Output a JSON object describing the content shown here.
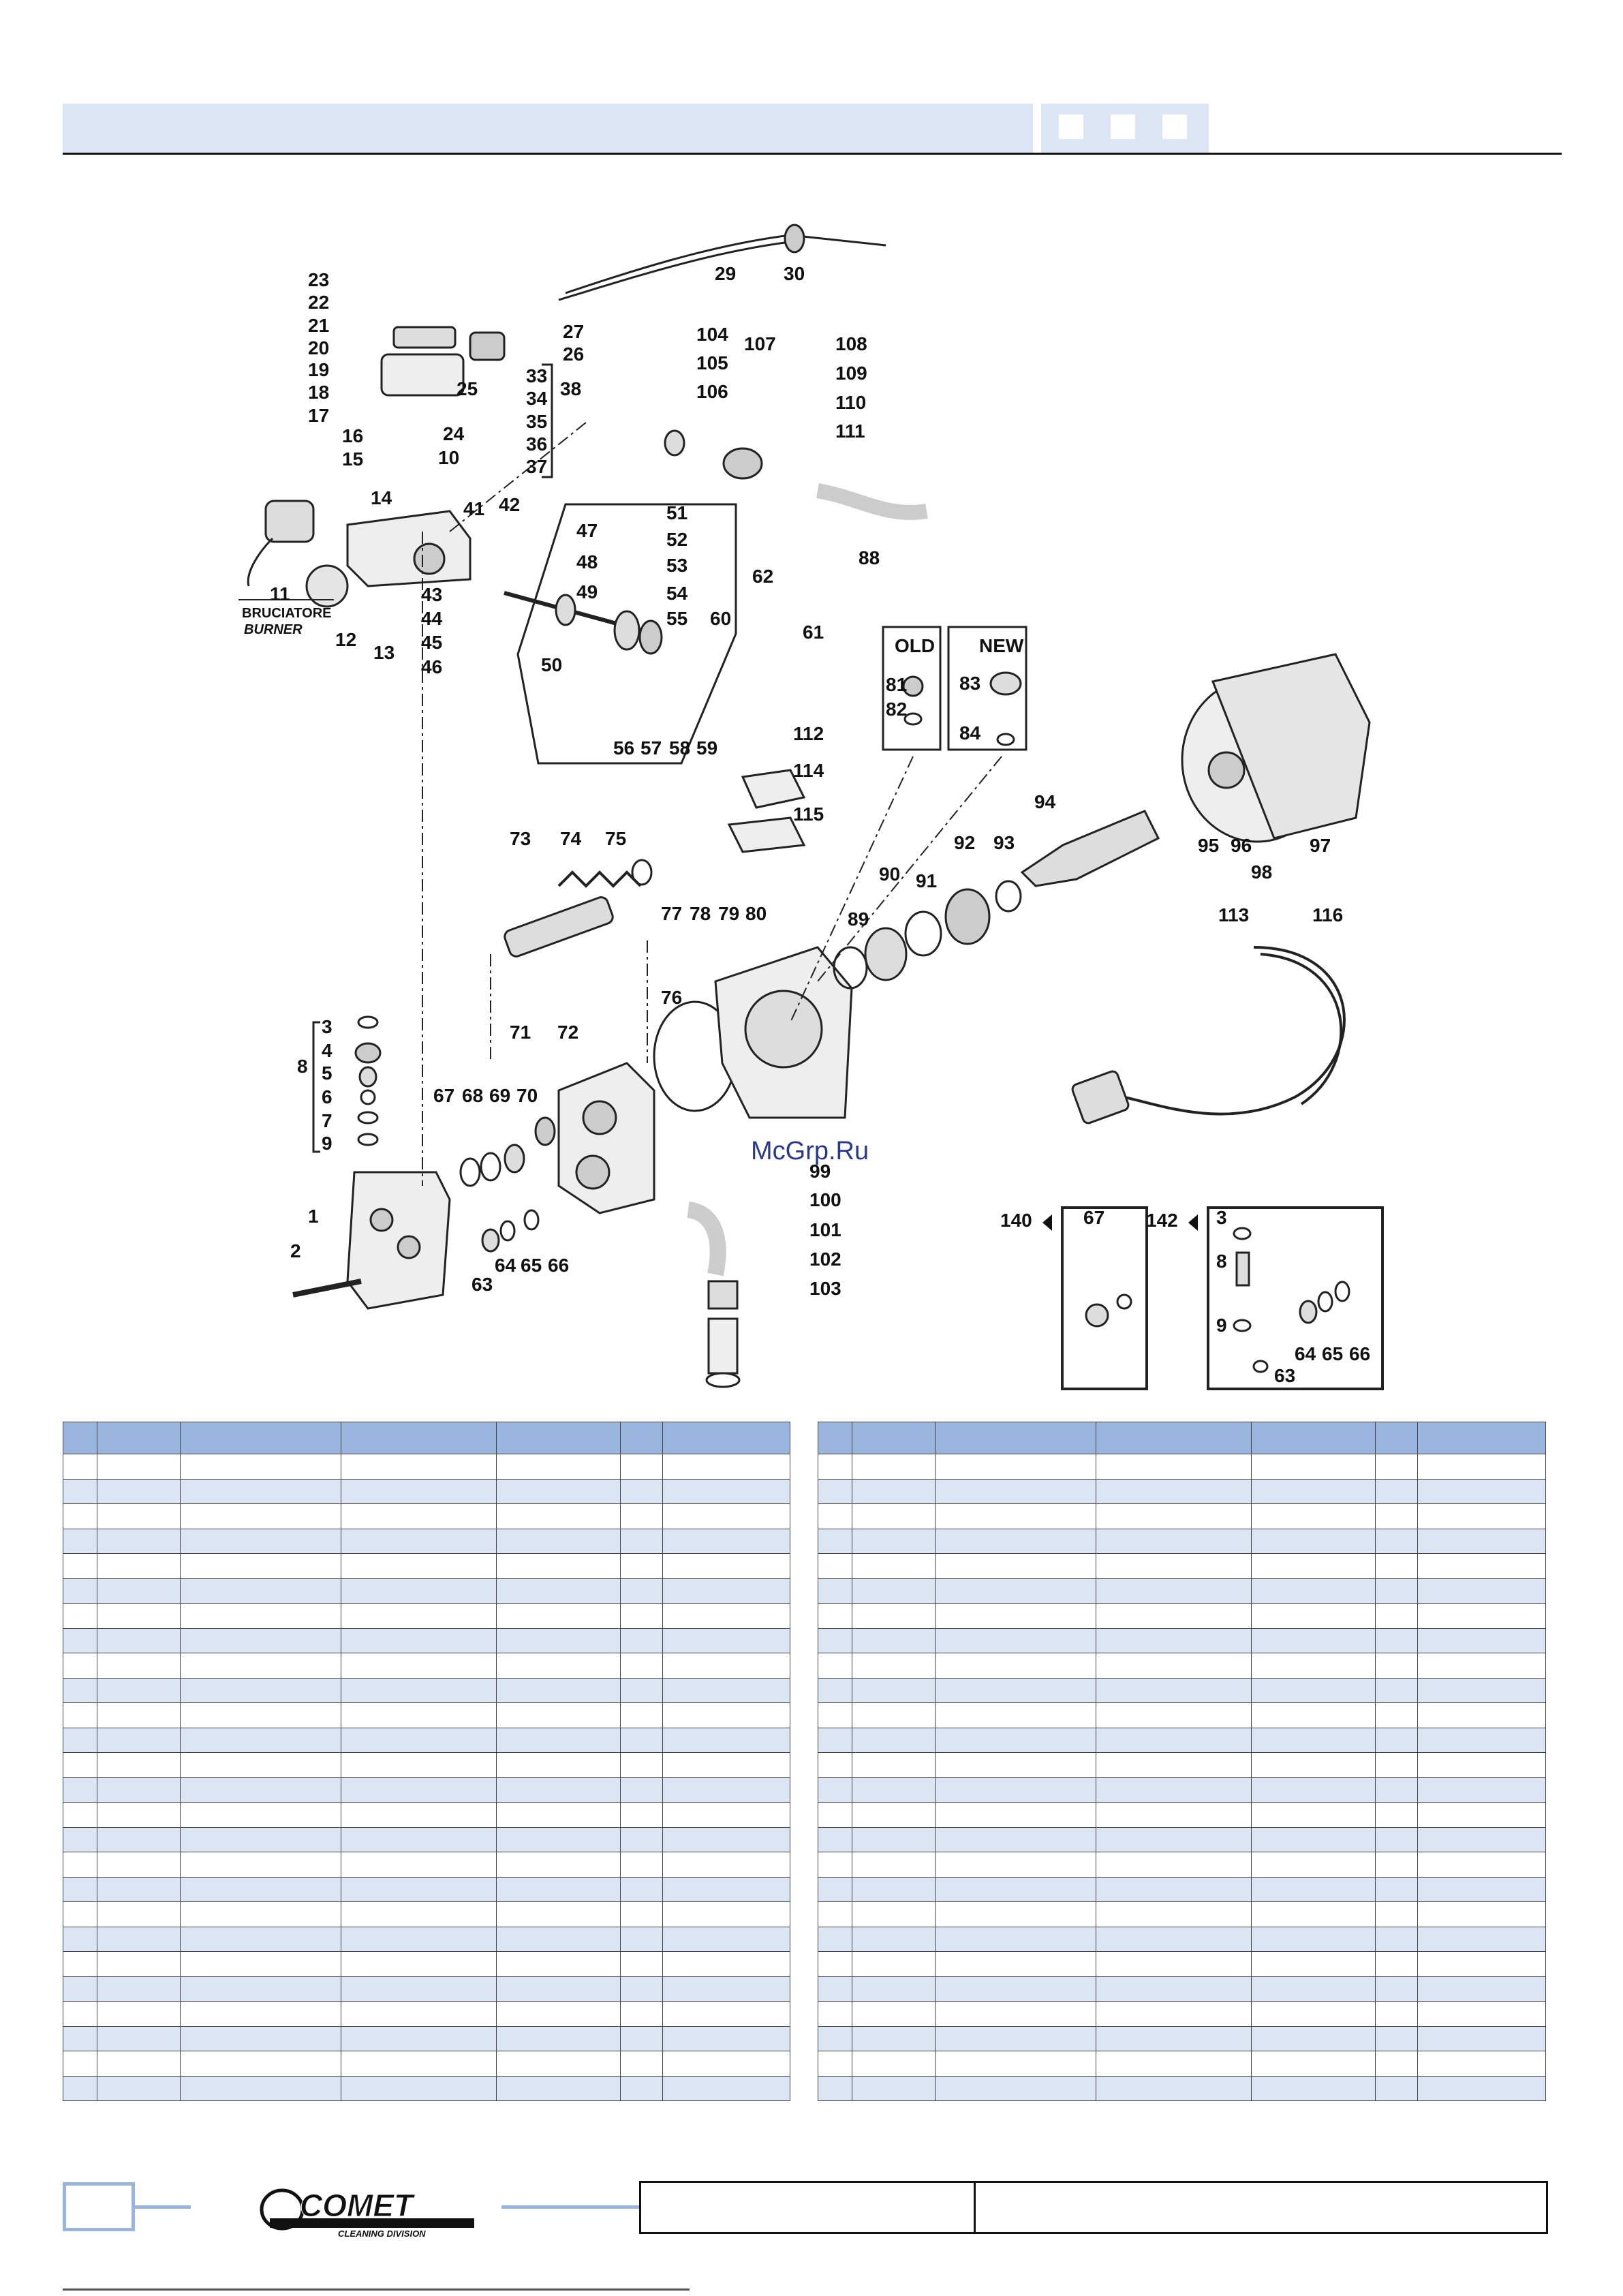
{
  "labels": {
    "bruciatore": "BRUCIATORE",
    "burner": "BURNER",
    "old": "OLD",
    "new": "NEW"
  },
  "watermark": "McGrp.Ru",
  "brand": {
    "logo_text": "COMET",
    "logo_sub": "CLEANING DIVISION",
    "accent": "#9ab5dd",
    "band": "#dbe5f3"
  },
  "callouts": {
    "n1": "1",
    "n2": "2",
    "n3": "3",
    "n4": "4",
    "n5": "5",
    "n6": "6",
    "n7": "7",
    "n8": "8",
    "n9": "9",
    "n10": "10",
    "n11": "11",
    "n12": "12",
    "n13": "13",
    "n14": "14",
    "n15": "15",
    "n16": "16",
    "n17": "17",
    "n18": "18",
    "n19": "19",
    "n20": "20",
    "n21": "21",
    "n22": "22",
    "n23": "23",
    "n24": "24",
    "n25": "25",
    "n26": "26",
    "n27": "27",
    "n29": "29",
    "n30": "30",
    "n33": "33",
    "n34": "34",
    "n35": "35",
    "n36": "36",
    "n37": "37",
    "n38": "38",
    "n41": "41",
    "n42": "42",
    "n43": "43",
    "n44": "44",
    "n45": "45",
    "n46": "46",
    "n47": "47",
    "n48": "48",
    "n49": "49",
    "n50": "50",
    "n51": "51",
    "n52": "52",
    "n53": "53",
    "n54": "54",
    "n55": "55",
    "n56": "56",
    "n57": "57",
    "n58": "58",
    "n59": "59",
    "n60": "60",
    "n61": "61",
    "n62": "62",
    "n63": "63",
    "n64": "64",
    "n65": "65",
    "n66": "66",
    "n67": "67",
    "n68": "68",
    "n69": "69",
    "n70": "70",
    "n71": "71",
    "n72": "72",
    "n73": "73",
    "n74": "74",
    "n75": "75",
    "n76": "76",
    "n77": "77",
    "n78": "78",
    "n79": "79",
    "n80": "80",
    "n81": "81",
    "n82": "82",
    "n83": "83",
    "n84": "84",
    "n88": "88",
    "n89": "89",
    "n90": "90",
    "n91": "91",
    "n92": "92",
    "n93": "93",
    "n94": "94",
    "n95": "95",
    "n96": "96",
    "n97": "97",
    "n98": "98",
    "n99": "99",
    "n100": "100",
    "n101": "101",
    "n102": "102",
    "n103": "103",
    "n104": "104",
    "n105": "105",
    "n106": "106",
    "n107": "107",
    "n108": "108",
    "n109": "109",
    "n110": "110",
    "n111": "111",
    "n112": "112",
    "n113": "113",
    "n114": "114",
    "n115": "115",
    "n116": "116",
    "n140": "140",
    "n142": "142"
  }
}
